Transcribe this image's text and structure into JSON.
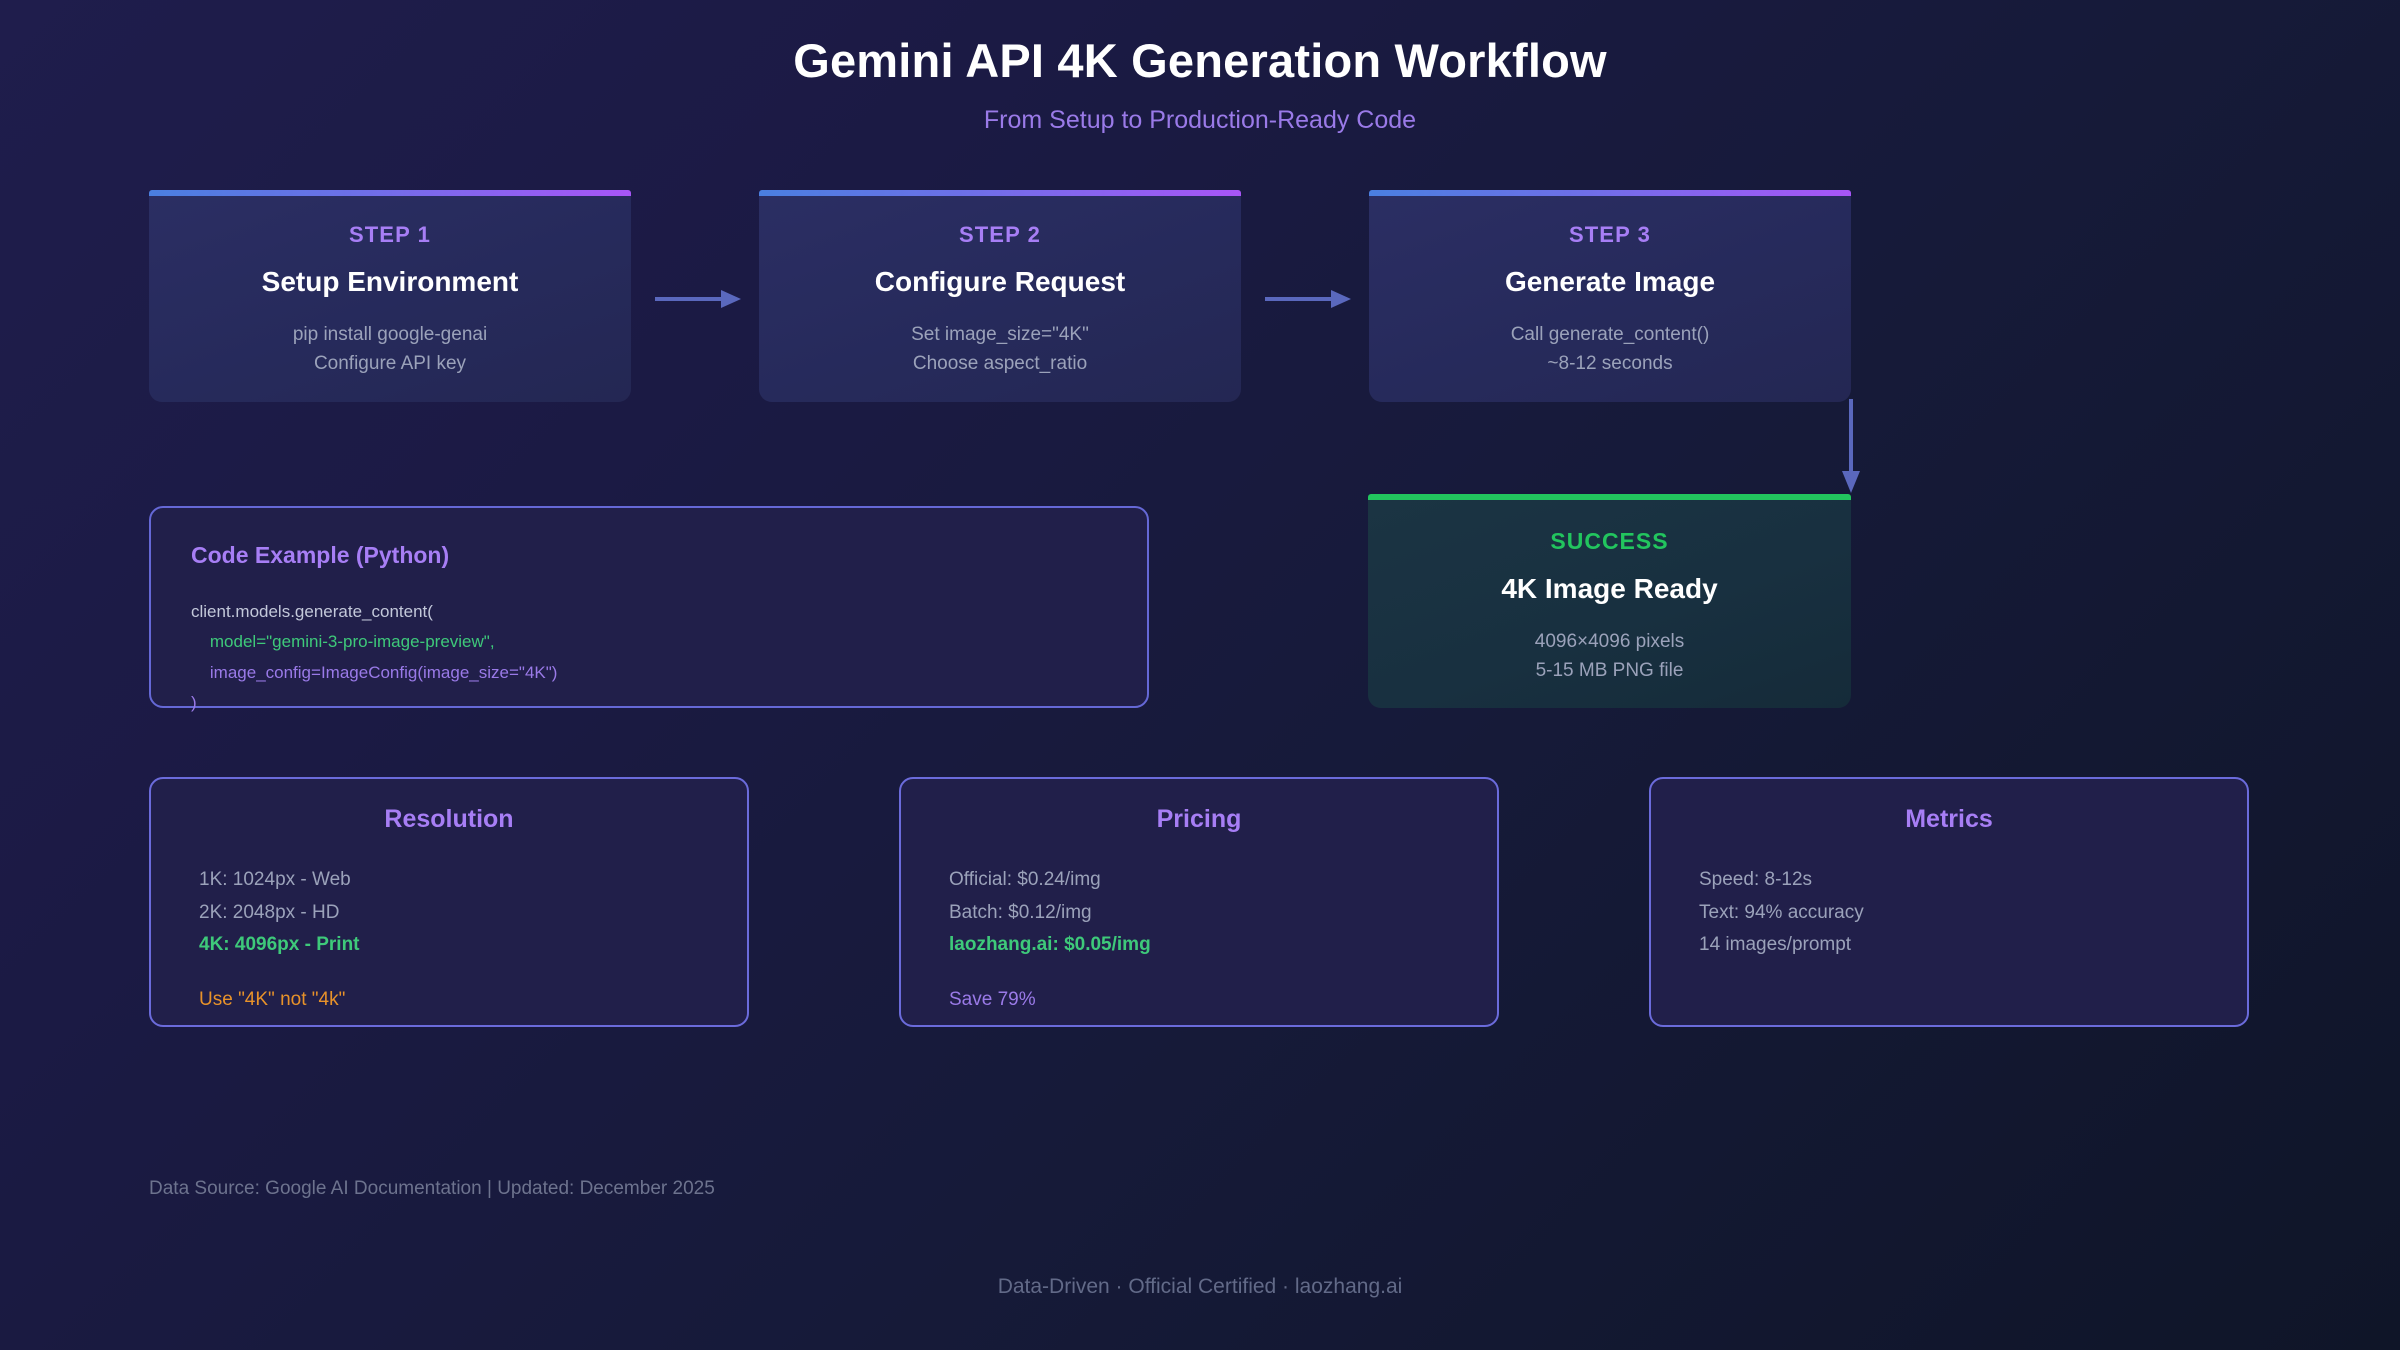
{
  "header": {
    "title": "Gemini API 4K Generation Workflow",
    "subtitle": "From Setup to Production-Ready Code"
  },
  "colors": {
    "accent_purple": "#a77ef5",
    "accent_blue": "#4a7fe0",
    "success_green": "#22c55e",
    "text_green": "#3ec97a",
    "warning_orange": "#e8922a",
    "muted_text": "#9ba2ba",
    "card_bg": "#211f4a",
    "step_card_bg": "#262a5c",
    "success_card_bg": "#1a3040",
    "card_border": "#6b6bdb",
    "arrow": "#5a68bd",
    "bg_start": "#1f1d4c",
    "bg_end": "#0f1528"
  },
  "steps": [
    {
      "kicker": "STEP 1",
      "title": "Setup Environment",
      "lines": [
        "pip install google-genai",
        "Configure API key"
      ]
    },
    {
      "kicker": "STEP 2",
      "title": "Configure Request",
      "lines": [
        "Set image_size=\"4K\"",
        "Choose aspect_ratio"
      ]
    },
    {
      "kicker": "STEP 3",
      "title": "Generate Image",
      "lines": [
        "Call generate_content()",
        "~8-12 seconds"
      ]
    }
  ],
  "code_block": {
    "title": "Code Example (Python)",
    "lines": [
      "client.models.generate_content(",
      "    model=\"gemini-3-pro-image-preview\",",
      "    image_config=ImageConfig(image_size=\"4K\")",
      ")"
    ]
  },
  "success": {
    "kicker": "SUCCESS",
    "title": "4K Image Ready",
    "lines": [
      "4096×4096 pixels",
      "5-15 MB PNG file"
    ]
  },
  "info_cards": [
    {
      "title": "Resolution",
      "lines": [
        "1K: 1024px - Web",
        "2K: 2048px - HD",
        "4K: 4096px - Print"
      ],
      "highlight_index": 2,
      "note": "Use \"4K\" not \"4k\""
    },
    {
      "title": "Pricing",
      "lines": [
        "Official: $0.24/img",
        "Batch: $0.12/img",
        "laozhang.ai: $0.05/img"
      ],
      "highlight_index": 2,
      "note": "Save 79%"
    },
    {
      "title": "Metrics",
      "lines": [
        "Speed: 8-12s",
        "Text: 94% accuracy",
        "14 images/prompt"
      ],
      "highlight_index": -1,
      "note": ""
    }
  ],
  "footer": {
    "source_note": "Data Source: Google AI Documentation | Updated: December 2025",
    "brand": "Data-Driven · Official Certified · laozhang.ai"
  }
}
